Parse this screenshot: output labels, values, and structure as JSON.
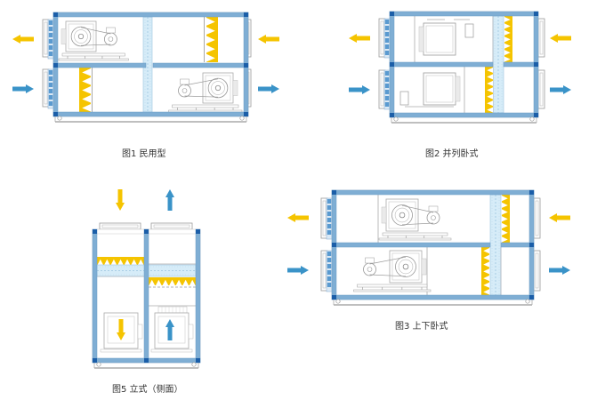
{
  "colors": {
    "frame_blue": "#7faed4",
    "corner_blue": "#1b5ea8",
    "filter_yellow": "#f5c400",
    "exhaust_arrow": "#f5c400",
    "supply_arrow": "#3a93c8",
    "line_gray": "#b8b8b8",
    "heat_exchanger": "#d6ecf8"
  },
  "figures": [
    {
      "id": "fig1",
      "caption": "图1 民用型",
      "type": "residential",
      "flows": {
        "top": "exhaust (right to left)",
        "bottom": "supply (left to right)"
      }
    },
    {
      "id": "fig2",
      "caption": "图2 并列卧式",
      "type": "side-by-side-horizontal",
      "flows": {
        "top": "exhaust (right to left)",
        "bottom": "supply (left to right)"
      }
    },
    {
      "id": "fig3",
      "caption": "图3 上下卧式",
      "type": "stacked-horizontal",
      "flows": {
        "top": "exhaust (right to left)",
        "bottom": "supply (left to right)"
      }
    },
    {
      "id": "fig5",
      "caption": "图5 立式（侧面）",
      "type": "vertical-side-view",
      "flows": {
        "left": "exhaust (down)",
        "right": "supply (up)"
      }
    }
  ]
}
